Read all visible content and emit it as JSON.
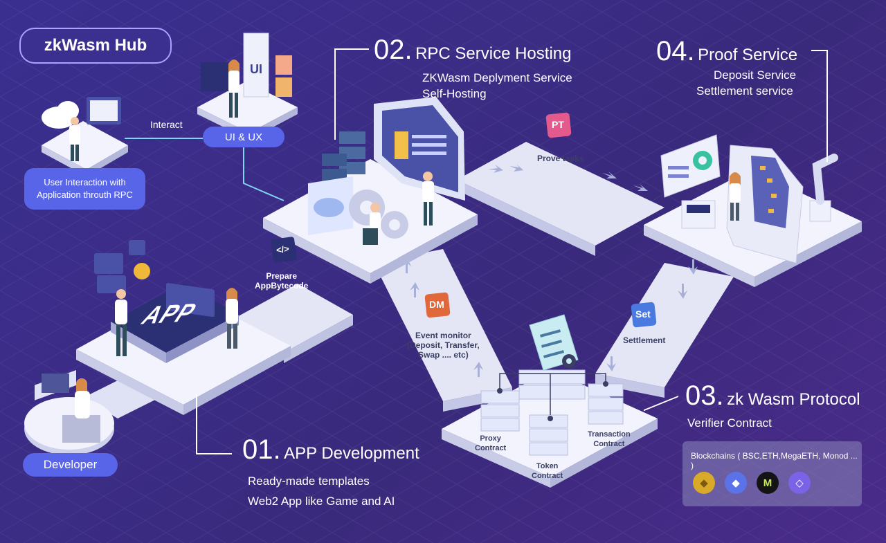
{
  "hub": {
    "title": "zkWasm Hub"
  },
  "top_left": {
    "interact": "Interact",
    "ui_ux": "UI & UX",
    "user_interaction_line1": "User Interaction with",
    "user_interaction_line2": "Application throuth RPC"
  },
  "developer": {
    "label": "Developer"
  },
  "app_board": {
    "text": "APP"
  },
  "ui_board": {
    "text": "UI"
  },
  "sections": {
    "s01": {
      "num": "01.",
      "title": "APP Development",
      "lines": [
        "Ready-made templates",
        "Web2 App like Game and AI"
      ]
    },
    "s02": {
      "num": "02.",
      "title": "RPC Service Hosting",
      "lines": [
        "ZKWasm Deplyment Service",
        "Self-Hosting"
      ]
    },
    "s03": {
      "num": "03.",
      "title": "zk Wasm Protocol",
      "lines": [
        "Verifier Contract"
      ]
    },
    "s04": {
      "num": "04.",
      "title": "Proof Service",
      "lines": [
        "Deposit Service",
        "Settlement service"
      ]
    }
  },
  "steps": {
    "prepare": {
      "icon": "</>",
      "line1": "Prepare",
      "line2": "AppBytecode"
    },
    "prove": {
      "icon": "PT",
      "line1": "Prove tasks"
    },
    "event": {
      "icon": "DM",
      "line1": "Event monitor",
      "line2": "(Deposit, Transfer,",
      "line3": "Swap .... etc)"
    },
    "settlement": {
      "icon": "Set",
      "line1": "Settlement"
    }
  },
  "contracts": {
    "proxy": {
      "line1": "Proxy",
      "line2": "Contract"
    },
    "token": {
      "line1": "Token",
      "line2": "Contract"
    },
    "transaction": {
      "line1": "Transaction",
      "line2": "Contract"
    }
  },
  "blockchains": {
    "title": "Blockchains ( BSC,ETH,MegaETH, Monod ... )",
    "icons": [
      {
        "name": "bsc-icon",
        "glyph": "◆",
        "bg": "#d9a929",
        "fg": "#7a5a10"
      },
      {
        "name": "eth-icon",
        "glyph": "◆",
        "bg": "#5b72e8",
        "fg": "#ffffff"
      },
      {
        "name": "megaeth-icon",
        "glyph": "M",
        "bg": "#141414",
        "fg": "#c9e85a"
      },
      {
        "name": "monad-icon",
        "glyph": "◇",
        "bg": "#7a63e6",
        "fg": "#ffffff"
      }
    ]
  },
  "colors": {
    "background": "#3a2c86",
    "platform_top": "#eef0fb",
    "platform_side": "#c9cce6",
    "accent_blue": "#5865e8",
    "arrow": "#a9b0d8",
    "screen_dark": "#2b2f74"
  }
}
